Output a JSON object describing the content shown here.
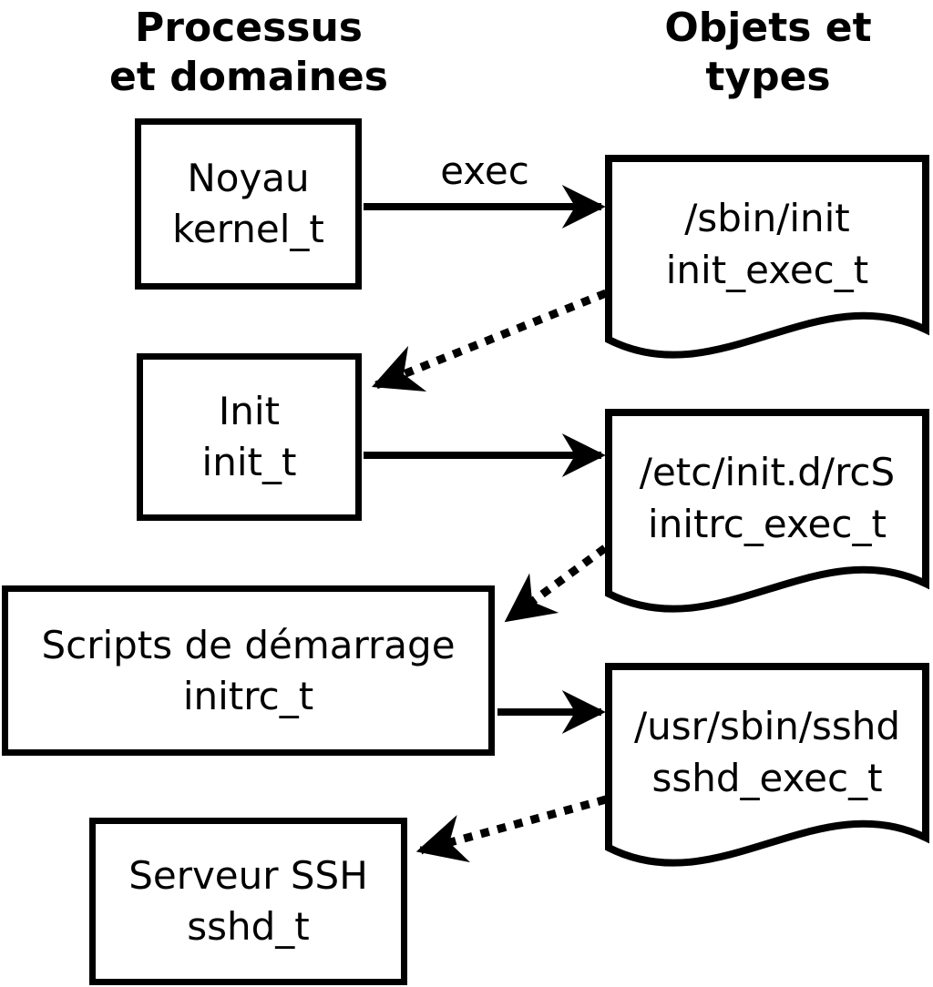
{
  "headers": {
    "left": {
      "line1": "Processus",
      "line2": "et domaines"
    },
    "right": {
      "line1": "Objets et",
      "line2": "types"
    }
  },
  "process_boxes": [
    {
      "label": "Noyau",
      "domain": "kernel_t"
    },
    {
      "label": "Init",
      "domain": "init_t"
    },
    {
      "label": "Scripts de démarrage",
      "domain": "initrc_t"
    },
    {
      "label": "Serveur SSH",
      "domain": "sshd_t"
    }
  ],
  "object_docs": [
    {
      "path": "/sbin/init",
      "type": "init_exec_t"
    },
    {
      "path": "/etc/init.d/rcS",
      "type": "initrc_exec_t"
    },
    {
      "path": "/usr/sbin/sshd",
      "type": "sshd_exec_t"
    }
  ],
  "edges": [
    {
      "from": "kernel_t",
      "to": "init_exec_t",
      "style": "solid",
      "label": "exec"
    },
    {
      "from": "init_exec_t",
      "to": "init_t",
      "style": "dotted",
      "label": ""
    },
    {
      "from": "init_t",
      "to": "initrc_exec_t",
      "style": "solid",
      "label": ""
    },
    {
      "from": "initrc_exec_t",
      "to": "initrc_t",
      "style": "dotted",
      "label": ""
    },
    {
      "from": "initrc_t",
      "to": "sshd_exec_t",
      "style": "solid",
      "label": ""
    },
    {
      "from": "sshd_exec_t",
      "to": "sshd_t",
      "style": "dotted",
      "label": ""
    }
  ],
  "colors": {
    "ink": "#000000",
    "background": "#ffffff"
  }
}
